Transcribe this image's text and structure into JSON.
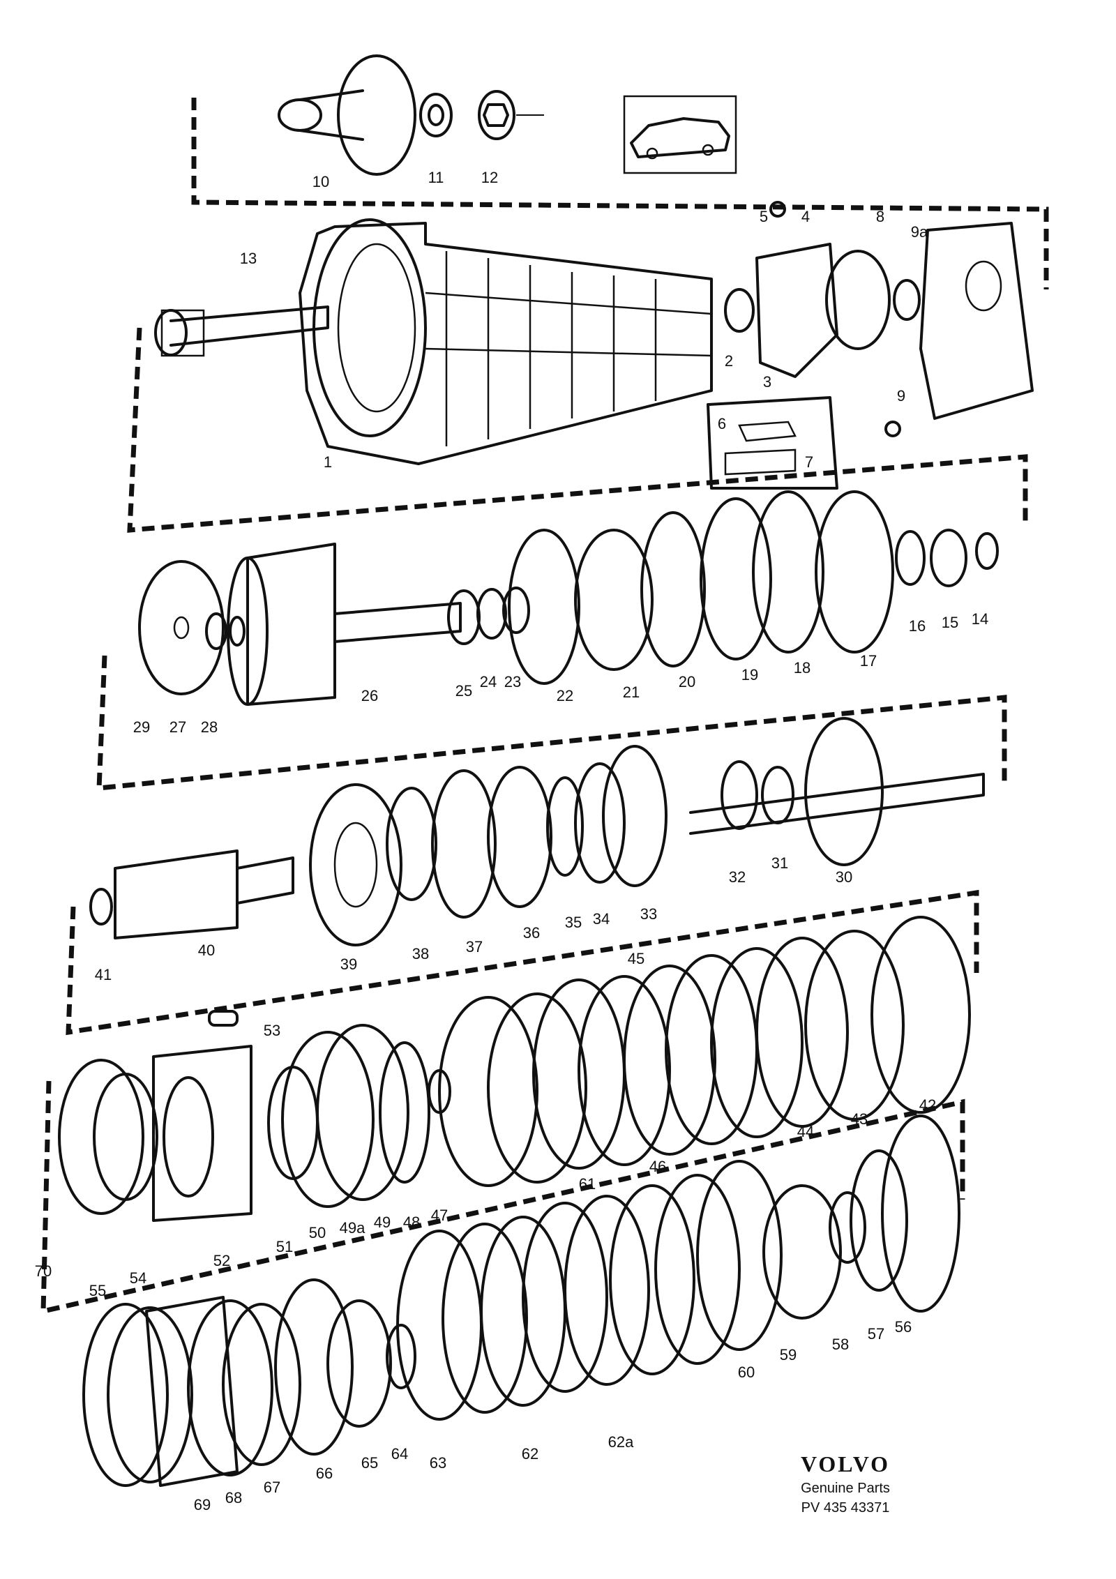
{
  "diagram": {
    "part_numbers": [
      "1",
      "2",
      "3",
      "4",
      "5",
      "6",
      "7",
      "8",
      "9",
      "9a",
      "10",
      "11",
      "12",
      "13",
      "14",
      "15",
      "16",
      "17",
      "18",
      "19",
      "20",
      "21",
      "22",
      "23",
      "24",
      "25",
      "26",
      "27",
      "28",
      "29",
      "30",
      "31",
      "32",
      "33",
      "34",
      "35",
      "36",
      "37",
      "38",
      "39",
      "40",
      "41",
      "42",
      "43",
      "44",
      "45",
      "46",
      "47",
      "48",
      "49",
      "49a",
      "50",
      "51",
      "52",
      "53",
      "54",
      "55",
      "56",
      "57",
      "58",
      "59",
      "60",
      "61",
      "62",
      "62a",
      "63",
      "64",
      "65",
      "66",
      "67",
      "68",
      "69",
      "70"
    ]
  },
  "footer": {
    "brand": "VOLVO",
    "caption": "Genuine Parts",
    "code": "PV 435 43371"
  },
  "icons": {
    "car-icon": "car thumbnail inset"
  }
}
